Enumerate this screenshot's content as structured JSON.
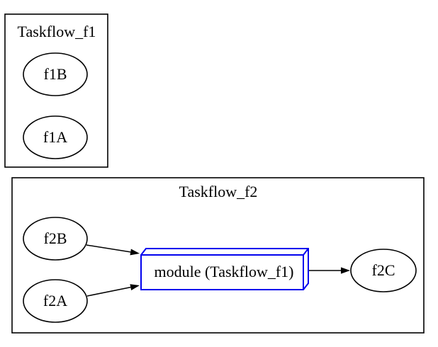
{
  "diagram": {
    "colors": {
      "background": "#ffffff",
      "outline": "#000000",
      "edge": "#000000",
      "module_outline": "#0000ee",
      "text": "#000000"
    },
    "clusters": {
      "f1": {
        "label": "Taskflow_f1"
      },
      "f2": {
        "label": "Taskflow_f2"
      }
    },
    "nodes": {
      "f1B": {
        "label": "f1B",
        "shape": "ellipse"
      },
      "f1A": {
        "label": "f1A",
        "shape": "ellipse"
      },
      "f2B": {
        "label": "f2B",
        "shape": "ellipse"
      },
      "f2A": {
        "label": "f2A",
        "shape": "ellipse"
      },
      "module": {
        "label": "module (Taskflow_f1)",
        "shape": "box3d"
      },
      "f2C": {
        "label": "f2C",
        "shape": "ellipse"
      }
    },
    "edges": [
      {
        "from": "f2B",
        "to": "module (Taskflow_f1)"
      },
      {
        "from": "f2A",
        "to": "module (Taskflow_f1)"
      },
      {
        "from": "module (Taskflow_f1)",
        "to": "f2C"
      }
    ]
  }
}
